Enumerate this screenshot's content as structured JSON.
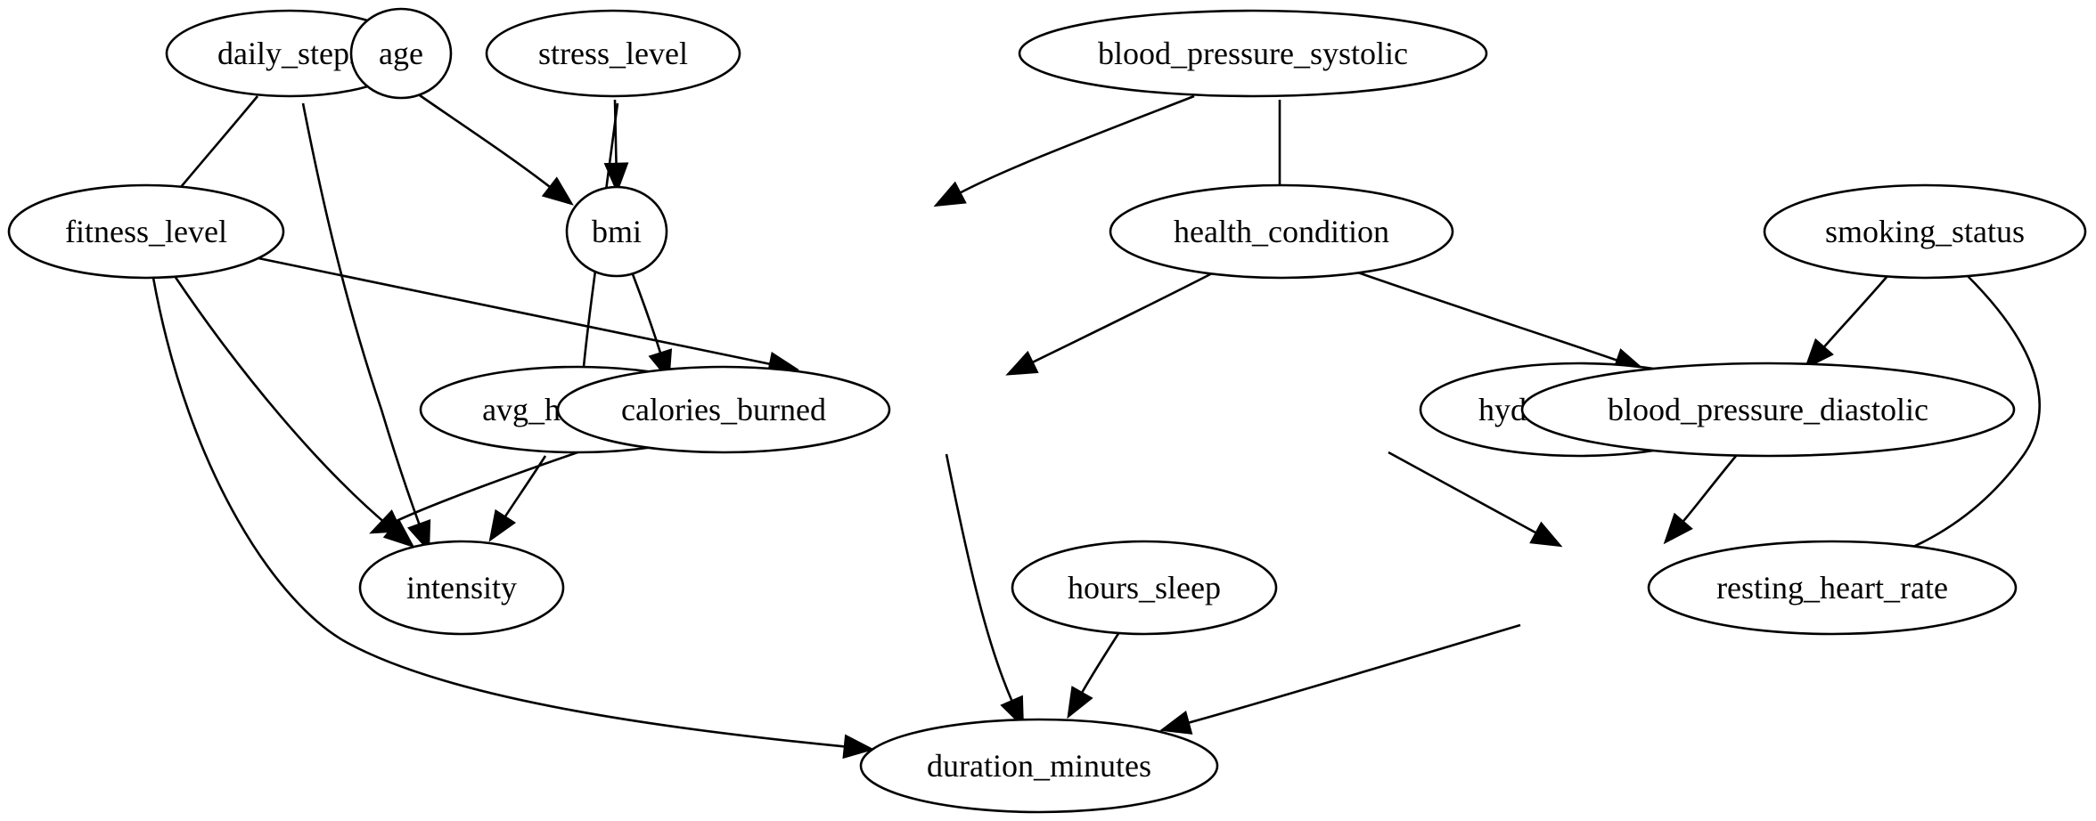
{
  "graph": {
    "nodes": [
      {
        "id": "daily_steps",
        "label": "daily_steps"
      },
      {
        "id": "age",
        "label": "age"
      },
      {
        "id": "stress_level",
        "label": "stress_level"
      },
      {
        "id": "blood_pressure_systolic",
        "label": "blood_pressure_systolic"
      },
      {
        "id": "fitness_level",
        "label": "fitness_level"
      },
      {
        "id": "bmi",
        "label": "bmi"
      },
      {
        "id": "health_condition",
        "label": "health_condition"
      },
      {
        "id": "smoking_status",
        "label": "smoking_status"
      },
      {
        "id": "avg_heart_rate",
        "label": "avg_heart_rate"
      },
      {
        "id": "calories_burned",
        "label": "calories_burned"
      },
      {
        "id": "hydration_level",
        "label": "hydration_level"
      },
      {
        "id": "blood_pressure_diastolic",
        "label": "blood_pressure_diastolic"
      },
      {
        "id": "intensity",
        "label": "intensity"
      },
      {
        "id": "hours_sleep",
        "label": "hours_sleep"
      },
      {
        "id": "resting_heart_rate",
        "label": "resting_heart_rate"
      },
      {
        "id": "duration_minutes",
        "label": "duration_minutes"
      }
    ],
    "edges": [
      {
        "from": "daily_steps",
        "to": "fitness_level",
        "directed": false
      },
      {
        "from": "daily_steps",
        "to": "intensity",
        "directed": true
      },
      {
        "from": "age",
        "to": "bmi",
        "directed": true
      },
      {
        "from": "age",
        "to": "avg_heart_rate",
        "directed": false
      },
      {
        "from": "stress_level",
        "to": "bmi",
        "directed": true
      },
      {
        "from": "blood_pressure_systolic",
        "to": "bmi",
        "directed": true
      },
      {
        "from": "blood_pressure_systolic",
        "to": "health_condition",
        "directed": false
      },
      {
        "from": "fitness_level",
        "to": "calories_burned",
        "directed": true
      },
      {
        "from": "fitness_level",
        "to": "intensity",
        "directed": true
      },
      {
        "from": "fitness_level",
        "to": "duration_minutes",
        "directed": true
      },
      {
        "from": "bmi",
        "to": "calories_burned",
        "directed": true
      },
      {
        "from": "health_condition",
        "to": "calories_burned",
        "directed": true
      },
      {
        "from": "health_condition",
        "to": "blood_pressure_diastolic",
        "directed": true
      },
      {
        "from": "smoking_status",
        "to": "blood_pressure_diastolic",
        "directed": true
      },
      {
        "from": "smoking_status",
        "to": "resting_heart_rate",
        "directed": true
      },
      {
        "from": "avg_heart_rate",
        "to": "intensity",
        "directed": true
      },
      {
        "from": "calories_burned",
        "to": "intensity",
        "directed": true
      },
      {
        "from": "calories_burned",
        "to": "duration_minutes",
        "directed": true
      },
      {
        "from": "hydration_level",
        "to": "resting_heart_rate",
        "directed": true
      },
      {
        "from": "blood_pressure_diastolic",
        "to": "resting_heart_rate",
        "directed": true
      },
      {
        "from": "hours_sleep",
        "to": "duration_minutes",
        "directed": true
      },
      {
        "from": "resting_heart_rate",
        "to": "duration_minutes",
        "directed": true
      }
    ]
  }
}
